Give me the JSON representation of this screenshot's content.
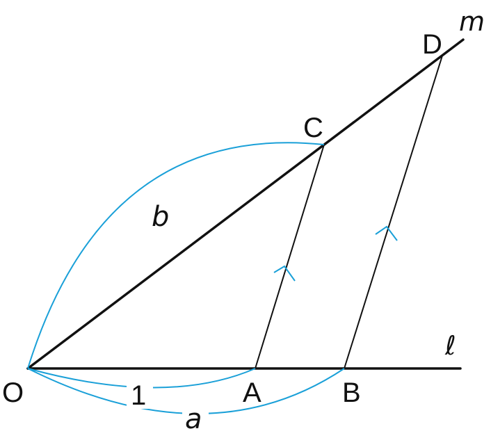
{
  "points": {
    "O": "O",
    "A": "A",
    "B": "B",
    "C": "C",
    "D": "D"
  },
  "lines": {
    "l": "ℓ",
    "m": "m"
  },
  "lengths": {
    "OA": "1",
    "OB": "a",
    "OC": "b"
  },
  "colors": {
    "lines": "#111111",
    "arcs": "#1aa0d8"
  }
}
